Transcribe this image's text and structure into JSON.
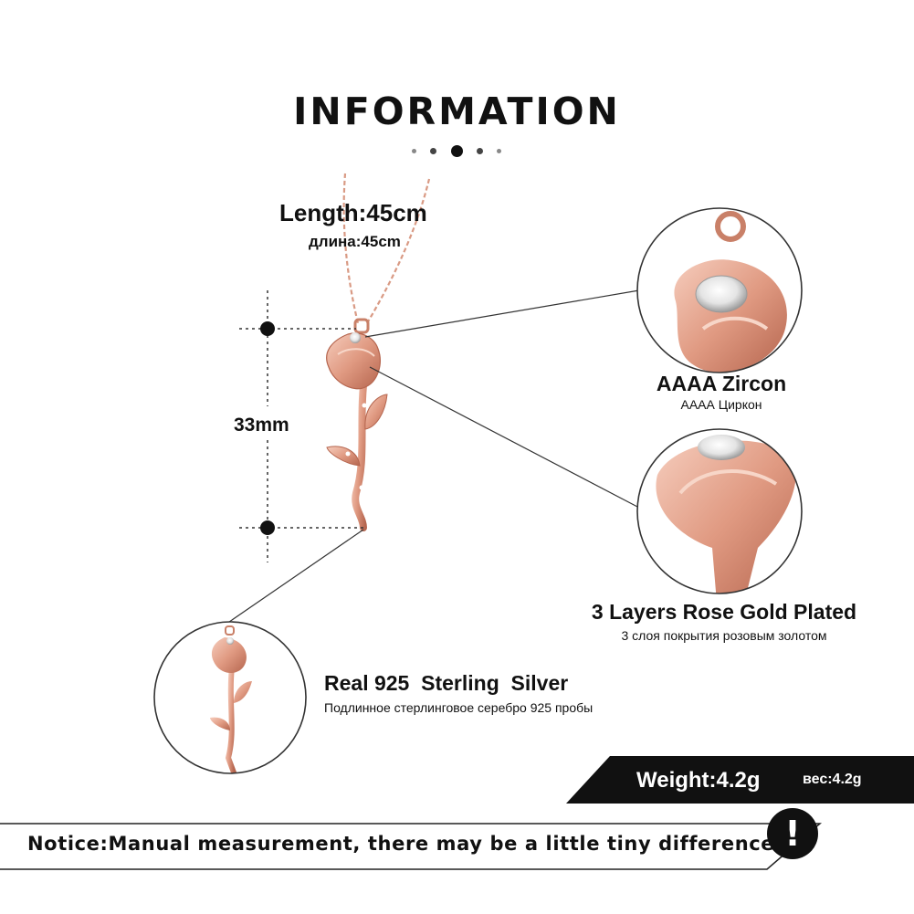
{
  "title": "INFORMATION",
  "length": {
    "label": "Length:45cm",
    "label_ru": "длина:45cm"
  },
  "pendant_size": "33mm",
  "features": [
    {
      "label": "AAAA Zircon",
      "label_ru": "АААА Циркон"
    },
    {
      "label": "3 Layers Rose Gold Plated",
      "label_ru": "3 слоя покрытия розовым золотом"
    },
    {
      "label": "Real 925  Sterling  Silver",
      "label_ru": "Подлинное стерлинговое серебро 925 пробы"
    }
  ],
  "weight": {
    "label": "Weight:4.2g",
    "label_ru": "вес:4.2g"
  },
  "notice": "Notice:Manual measurement, there may be a little tiny difference.",
  "notice_icon": "exclamation-icon",
  "colors": {
    "rose_gold": "#e2a08a",
    "rose_gold_dark": "#b86d55",
    "banner": "#111111"
  }
}
